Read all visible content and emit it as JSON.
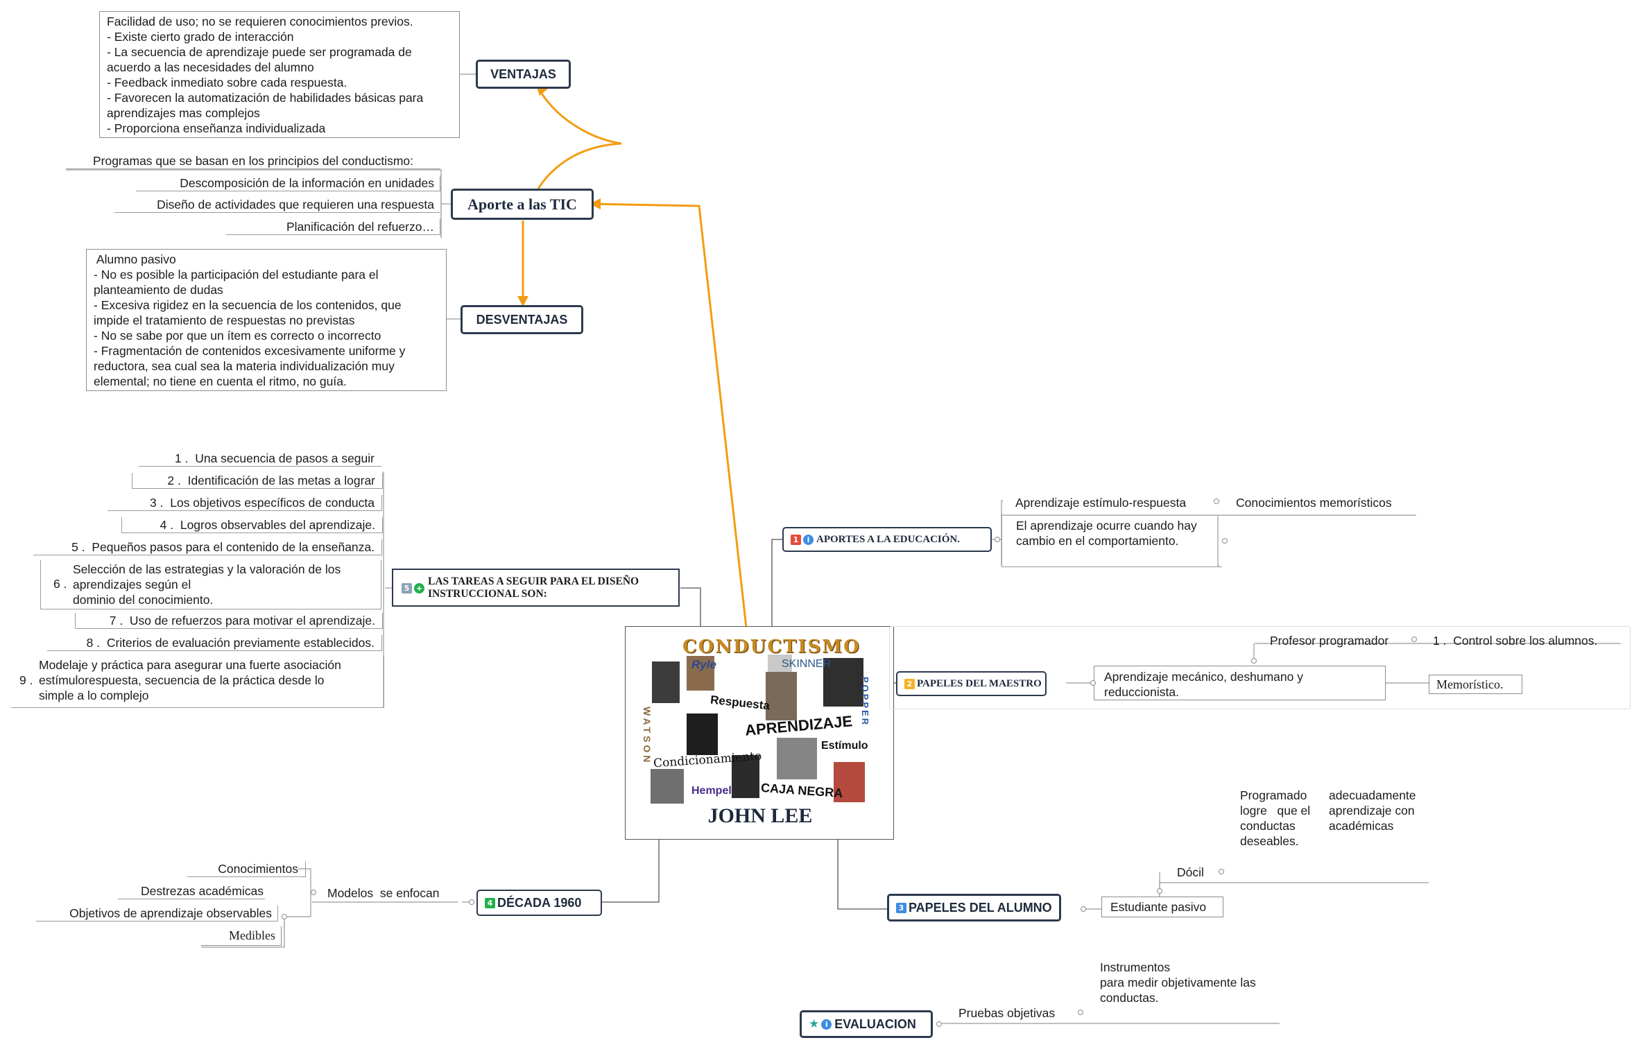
{
  "central": {
    "title": "JOHN LEE",
    "collage": {
      "words": [
        "CONDUCTISMO",
        "Ryle",
        "SKINNER",
        "Respuesta",
        "APRENDIZAJE",
        "Estímulo",
        "Condicionamiento",
        "Hempel",
        "CAJA NEGRA"
      ],
      "vertical_left": "WATSON",
      "vertical_right": "POPPER"
    }
  },
  "aporte_tic": {
    "title": "Aporte a las TIC",
    "intro": "Programas que se basan en los principios del conductismo:",
    "items": [
      "Descomposición de la información en unidades",
      "Diseño de actividades que requieren una respuesta",
      "Planificación del refuerzo…"
    ]
  },
  "ventajas": {
    "title": "VENTAJAS",
    "lines": [
      "Facilidad de uso; no se requieren conocimientos previos.",
      "- Existe cierto grado de interacción",
      "- La secuencia de aprendizaje puede ser programada de",
      "acuerdo a las necesidades del alumno",
      "- Feedback inmediato sobre cada respuesta.",
      "- Favorecen la automatización de habilidades básicas para",
      "aprendizajes mas complejos",
      "- Proporciona enseñanza individualizada"
    ]
  },
  "desventajas": {
    "title": "DESVENTAJAS",
    "lines": [
      " Alumno pasivo",
      "- No es posible la participación del estudiante para el",
      "planteamiento de dudas",
      "- Excesiva rigidez en la secuencia de los contenidos, que",
      "impide el tratamiento de respuestas no previstas",
      "- No se sabe por que un ítem es correcto o incorrecto",
      "- Fragmentación de contenidos excesivamente uniforme y",
      "reductora, sea cual sea la materia individualización muy",
      "elemental; no tiene en cuenta el ritmo, no guía."
    ]
  },
  "tareas": {
    "badge": "5",
    "title_line1": "LAS TAREAS A SEGUIR PARA EL DISEÑO",
    "title_line2": "INSTRUCCIONAL SON:",
    "items": [
      {
        "num": "1 .",
        "lines": [
          "Una secuencia de pasos a seguir"
        ]
      },
      {
        "num": "2 .",
        "lines": [
          "Identificación de las metas a lograr"
        ]
      },
      {
        "num": "3 .",
        "lines": [
          "Los objetivos específicos de conducta"
        ]
      },
      {
        "num": "4 .",
        "lines": [
          "Logros observables del aprendizaje."
        ]
      },
      {
        "num": "5 .",
        "lines": [
          "Pequeños pasos para el contenido de la enseñanza."
        ]
      },
      {
        "num": "6 .",
        "lines": [
          "Selección de las estrategias y la valoración de los",
          "aprendizajes según el",
          "dominio del conocimiento."
        ]
      },
      {
        "num": "7 .",
        "lines": [
          "Uso de refuerzos para motivar el aprendizaje."
        ]
      },
      {
        "num": "8 .",
        "lines": [
          "Criterios de evaluación previamente establecidos."
        ]
      },
      {
        "num": "9 .",
        "lines": [
          "Modelaje y práctica para asegurar una fuerte asociación",
          "estímulorespuesta, secuencia de la práctica desde lo",
          "simple a lo complejo"
        ]
      }
    ]
  },
  "aportes_educacion": {
    "badge": "1",
    "title": "APORTES A LA EDUCACIÓN.",
    "item1": "Aprendizaje estímulo-respuesta",
    "item1_child": "Conocimientos memorísticos",
    "item2_line1": "El aprendizaje ocurre cuando hay",
    "item2_line2": "cambio en el comportamiento."
  },
  "papeles_maestro": {
    "badge": "2",
    "title": "PAPELES DEL MAESTRO",
    "child": "Aprendizaje mecánico, deshumano y reduccionista.",
    "child_right": "Memorístico.",
    "above": "Profesor programador",
    "above_child_num": "1 .",
    "above_child": "Control sobre los alumnos."
  },
  "papeles_alumno": {
    "badge": "3",
    "title": "PAPELES DEL ALUMNO",
    "child": "Estudiante pasivo",
    "docil": "Dócil",
    "programado_col1": [
      "Programado",
      "logre   que el",
      "conductas",
      "deseables."
    ],
    "programado_col2": [
      "adecuadamente",
      "aprendizaje con",
      "académicas"
    ]
  },
  "decada": {
    "badge": "4",
    "title": "DÉCADA 1960",
    "child": "Modelos  se enfocan",
    "items": [
      "Conocimientos",
      "Destrezas académicas",
      "Objetivos de aprendizaje observables"
    ],
    "sub": "Medibles"
  },
  "evaluacion": {
    "title": "EVALUACION",
    "child": "Pruebas objetivas",
    "note": [
      "Instrumentos",
      "para medir objetivamente las",
      "conductas."
    ]
  },
  "colors": {
    "orange": "#f39c12",
    "topic_border": "#2c3a4d",
    "badge_red": "#e74c3c",
    "badge_blue": "#3d8de3",
    "badge_yellow": "#f5b323",
    "badge_green": "#22b04b",
    "badge_teal": "#2aa79b",
    "badge_gray": "#8da3b5"
  },
  "icons": [
    "info-icon",
    "plus-circle-icon",
    "star-icon",
    "collapse-knob-icon"
  ]
}
